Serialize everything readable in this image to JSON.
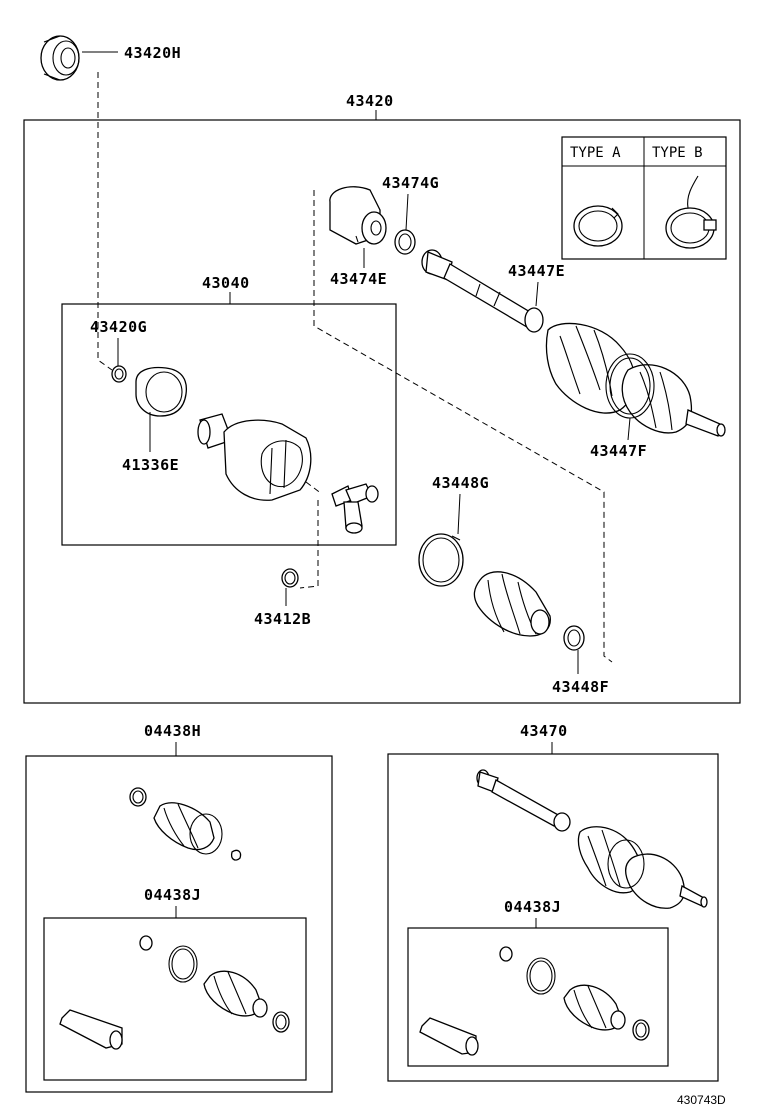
{
  "diagram": {
    "reference_code": "430743D",
    "type_legend": {
      "type_a": "TYPE A",
      "type_b": "TYPE B"
    },
    "labels": {
      "p43420H": "43420H",
      "p43420": "43420",
      "p43474G": "43474G",
      "p43474E": "43474E",
      "p43040": "43040",
      "p43447E": "43447E",
      "p43420G": "43420G",
      "p41336E": "41336E",
      "p43447F": "43447F",
      "p43448G": "43448G",
      "p43412B": "43412B",
      "p43448F": "43448F",
      "p04438H": "04438H",
      "p43470": "43470",
      "p04438J_left": "04438J",
      "p04438J_right": "04438J"
    }
  }
}
